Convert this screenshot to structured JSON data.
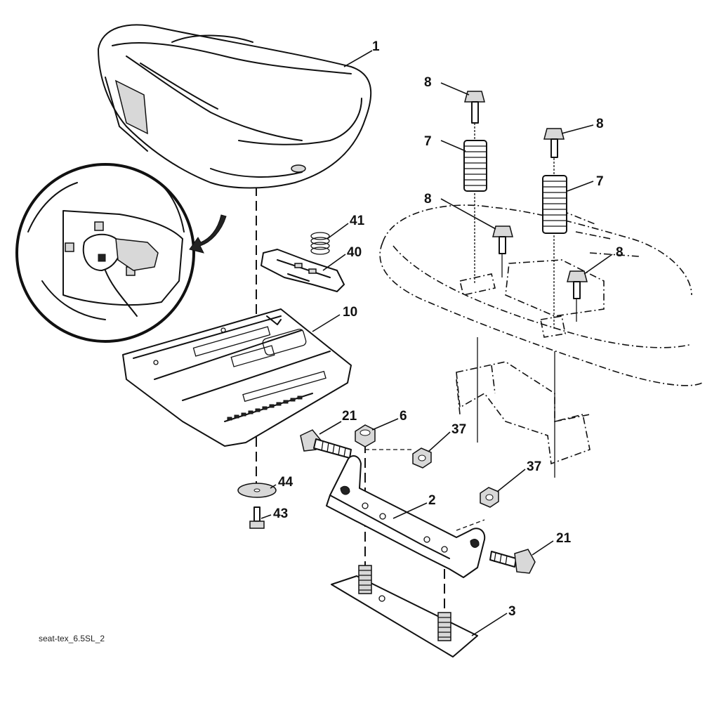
{
  "caption": "seat-tex_6.5SL_2",
  "callouts": {
    "seat": "1",
    "bracket": "2",
    "plate": "3",
    "nut_6": "6",
    "spring_left": "7",
    "spring_right": "7",
    "bolt_8_a": "8",
    "bolt_8_b": "8",
    "bolt_8_c": "8",
    "bolt_8_d": "8",
    "pan": "10",
    "bolt_21_left": "21",
    "bolt_21_right": "21",
    "nut_37_upper": "37",
    "nut_37_lower": "37",
    "spring_41": "41",
    "clip_40": "40",
    "washer_44": "44",
    "screw_43": "43"
  }
}
